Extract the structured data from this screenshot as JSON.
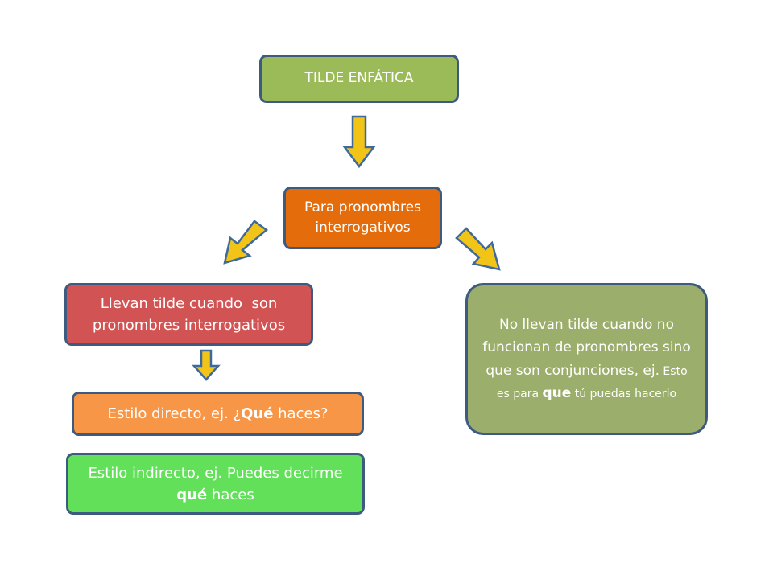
{
  "title": "TILDE ENFÁTICA",
  "subtitle": "Para pronombres interrogativos",
  "left_branch": "Llevan tilde cuando  son pronombres interrogativos",
  "example_direct": {
    "prefix": "Estilo directo, ej. ¿",
    "emphasis": "Qué",
    "suffix": " haces?"
  },
  "example_indirect": {
    "prefix": "Estilo indirecto, ej. Puedes decirme ",
    "emphasis": "qué",
    "suffix": " haces"
  },
  "right_branch": {
    "main": "No llevan tilde cuando no funcionan de pronombres sino que son conjunciones, ej.",
    "example_a": " Esto es para ",
    "example_emphasis": "que",
    "example_b": " tú puedas hacerlo"
  },
  "colors": {
    "title_box": "#9bbb59",
    "subtitle_box": "#e46c0a",
    "left_box": "#d25353",
    "direct_box": "#f79646",
    "indirect_box": "#62e05a",
    "right_box": "#9bae6b",
    "border": "#3d5a80",
    "arrow_fill": "#f2c418"
  }
}
